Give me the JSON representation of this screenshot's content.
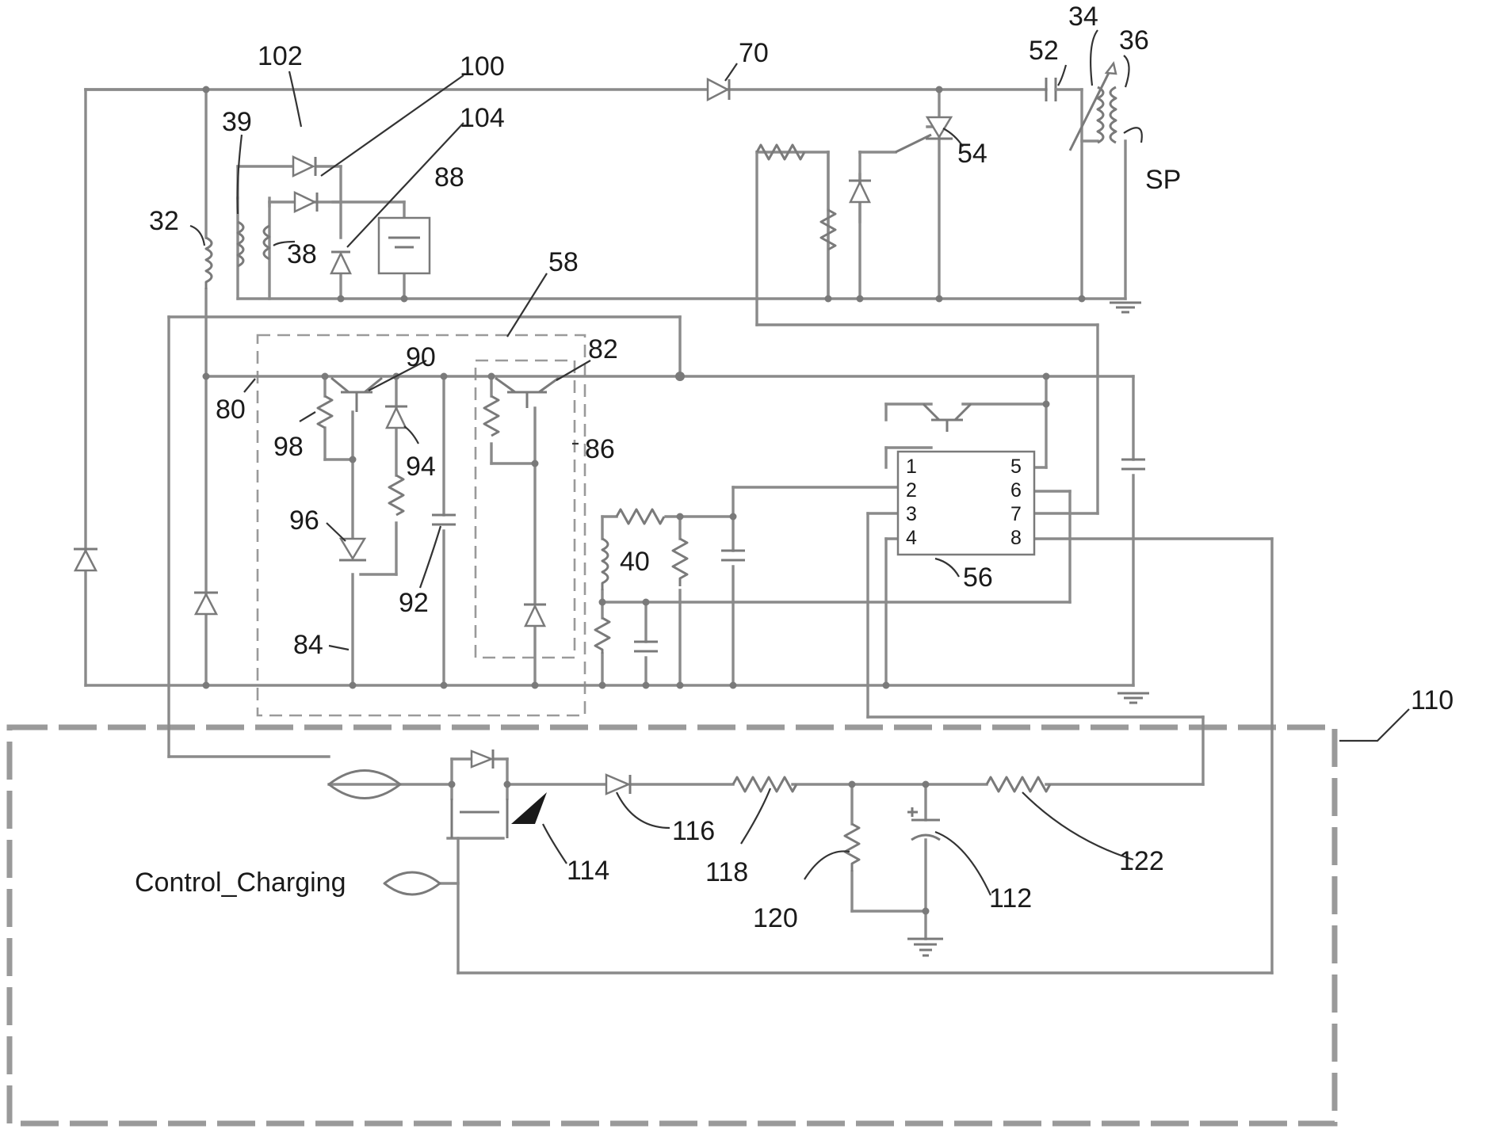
{
  "reference_labels": {
    "r102": "102",
    "r100": "100",
    "r104": "104",
    "r70": "70",
    "r52": "52",
    "r34": "34",
    "r36": "36",
    "r39": "39",
    "r88": "88",
    "r32": "32",
    "r38": "38",
    "r54": "54",
    "rSP": "SP",
    "r58": "58",
    "r90": "90",
    "r82": "82",
    "r80": "80",
    "r98": "98",
    "r94": "94",
    "r86": "86",
    "r96": "96",
    "r40": "40",
    "r92": "92",
    "r56": "56",
    "r84": "84",
    "r110": "110",
    "r116": "116",
    "r114": "114",
    "r118": "118",
    "r122": "122",
    "r112": "112",
    "r120": "120"
  },
  "ic_pins": {
    "p1": "1",
    "p2": "2",
    "p3": "3",
    "p4": "4",
    "p5": "5",
    "p6": "6",
    "p7": "7",
    "p8": "8"
  },
  "signal_port": "Control_Charging"
}
